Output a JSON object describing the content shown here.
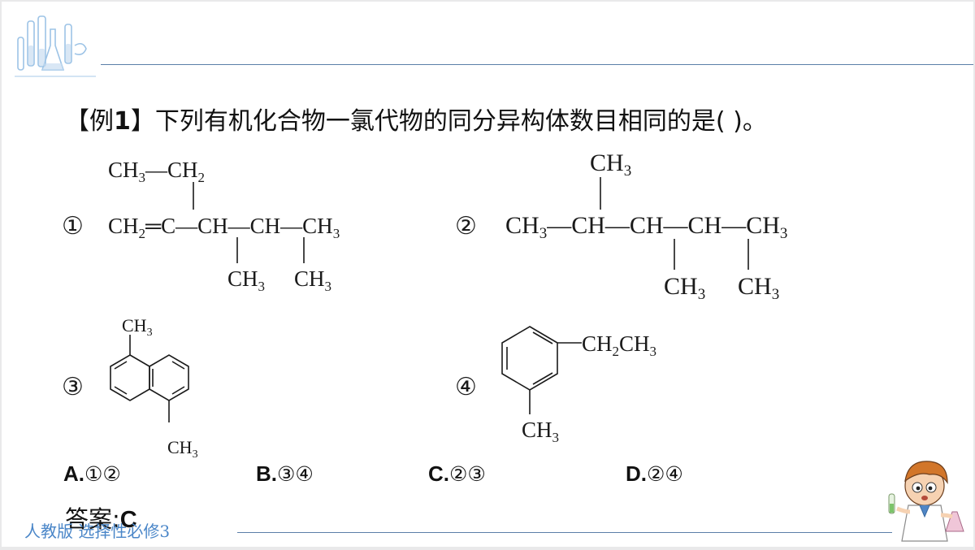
{
  "question": {
    "prefix": "【例",
    "number": "1",
    "close_bracket": "】",
    "text": "下列有机化合物一氯代物的同分异构体数目相同的是(",
    "blank_close": "  )。"
  },
  "structures": [
    {
      "label": "①",
      "top": "CH3—CH2",
      "main": "CH2=C—CH—CH—CH3",
      "subs": [
        "CH3",
        "CH3"
      ]
    },
    {
      "label": "②",
      "top": "CH3",
      "main": "CH3—CH—CH—CH—CH3",
      "subs": [
        "CH3",
        "CH3"
      ]
    },
    {
      "label": "③",
      "subs": [
        "CH3",
        "CH3"
      ]
    },
    {
      "label": "④",
      "subs": [
        "CH2CH3",
        "CH3"
      ]
    }
  ],
  "options": [
    {
      "letter": "A.",
      "value": "①②"
    },
    {
      "letter": "B.",
      "value": "③④"
    },
    {
      "letter": "C.",
      "value": "②③"
    },
    {
      "letter": "D.",
      "value": "②④"
    }
  ],
  "answer": {
    "label": "答案:",
    "value": "C"
  },
  "footer": "人教版 选择性必修3",
  "colors": {
    "rule": "#5b7fa8",
    "footer": "#4a86c8",
    "text": "#111111"
  }
}
